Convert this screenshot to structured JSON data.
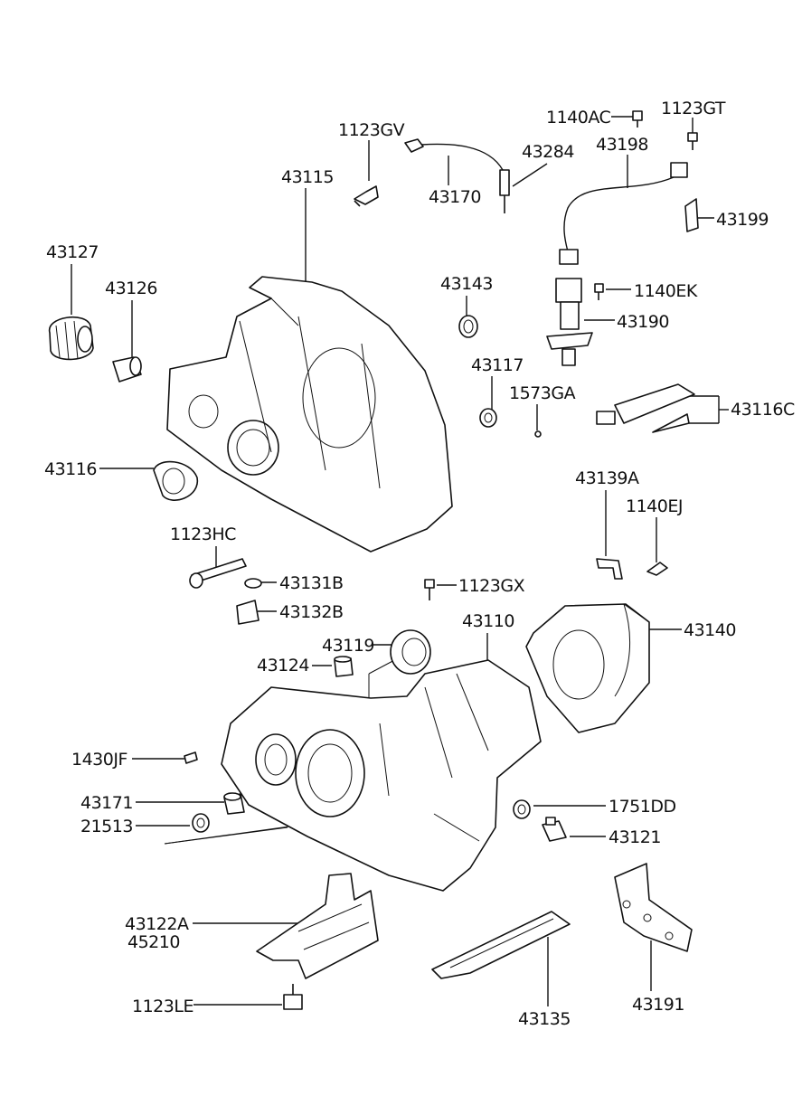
{
  "labels": {
    "p1140AC": "1140AC",
    "p1123GT": "1123GT",
    "p1123GV": "1123GV",
    "p43284": "43284",
    "p43198": "43198",
    "p43170": "43170",
    "p43199": "43199",
    "p43115": "43115",
    "p43127": "43127",
    "p43126": "43126",
    "p43143": "43143",
    "p1140EK": "1140EK",
    "p43190": "43190",
    "p43117": "43117",
    "p1573GA": "1573GA",
    "p43116C": "43116C",
    "p43116": "43116",
    "p43139A": "43139A",
    "p1140EJ": "1140EJ",
    "p1123HC": "1123HC",
    "p43131B": "43131B",
    "p43132B": "43132B",
    "p1123GX": "1123GX",
    "p43110": "43110",
    "p43140": "43140",
    "p43119": "43119",
    "p43124": "43124",
    "p1430JF": "1430JF",
    "p43171": "43171",
    "p21513": "21513",
    "p1751DD": "1751DD",
    "p43121": "43121",
    "p43122A": "43122A",
    "p45210": "45210",
    "p1123LE": "1123LE",
    "p43135": "43135",
    "p43191": "43191"
  }
}
